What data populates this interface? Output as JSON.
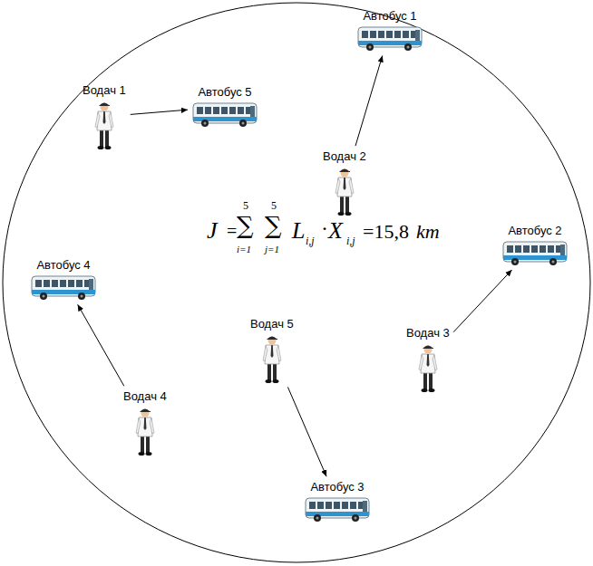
{
  "diagram": {
    "nodes": [
      {
        "text": [
          "Автобус 1"
        ]
      },
      {
        "text": [
          "Водач 1"
        ]
      },
      {
        "text": [
          "Автобус 5"
        ]
      },
      {
        "text": [
          "Водач 2"
        ]
      },
      {
        "text": [
          "Автобус 2"
        ]
      },
      {
        "text": [
          "Автобус 4"
        ]
      },
      {
        "text": [
          "Водач 5"
        ]
      },
      {
        "text": [
          "Водач 3"
        ]
      },
      {
        "text": [
          "Водач 4"
        ]
      },
      {
        "text": [
          "Автобус 3"
        ]
      }
    ],
    "edges": [
      {
        "from": 1,
        "to": 2,
        "arrow": "to"
      },
      {
        "from": 3,
        "to": 0,
        "arrow": "to"
      },
      {
        "from": 7,
        "to": 4,
        "arrow": "to"
      },
      {
        "from": 8,
        "to": 5,
        "arrow": "to"
      },
      {
        "from": 6,
        "to": 9,
        "arrow": "to"
      }
    ],
    "labels": [
      "J",
      "=",
      "∑",
      "5",
      "i=1",
      "∑",
      "5",
      "j=1",
      "L",
      "i,j",
      "·",
      "X",
      "i,j",
      "=15,8",
      "km"
    ]
  }
}
